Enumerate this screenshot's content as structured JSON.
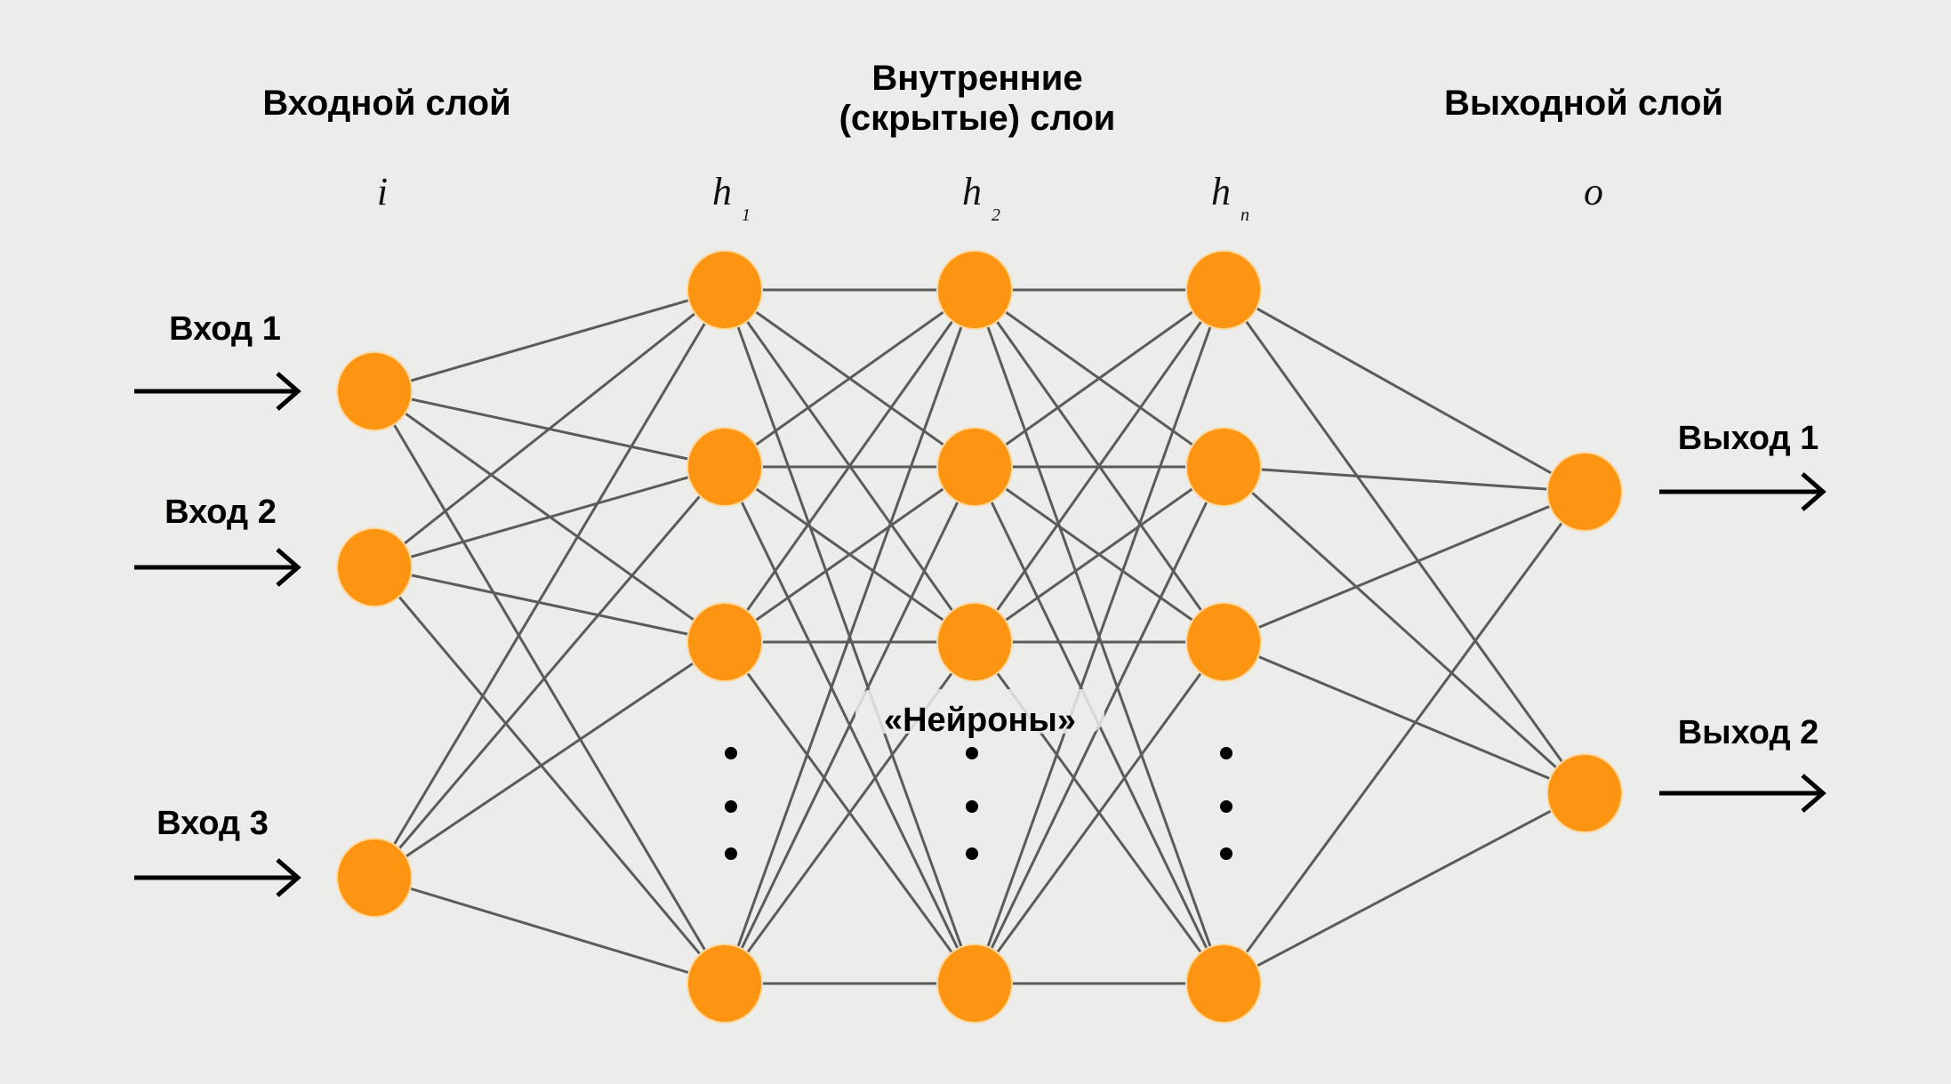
{
  "titles": {
    "input_layer": "Входной слой",
    "hidden_layers_line1": "Внутренние",
    "hidden_layers_line2": "(скрытые) слои",
    "output_layer": "Выходной слой"
  },
  "symbols": {
    "input": "i",
    "hidden_1": {
      "base": "h",
      "sub": "1"
    },
    "hidden_2": {
      "base": "h",
      "sub": "2"
    },
    "hidden_n": {
      "base": "h",
      "sub": "n"
    },
    "output": "o"
  },
  "inputs": [
    "Вход 1",
    "Вход 2",
    "Вход 3"
  ],
  "outputs": [
    "Выход 1",
    "Выход 2"
  ],
  "neurons_label": "«Нейроны»",
  "network": {
    "input_nodes": 3,
    "hidden_layers": 3,
    "hidden_nodes_shown_per_layer": 4,
    "hidden_layers_have_ellipsis": true,
    "output_nodes": 2,
    "fully_connected": true
  },
  "colors": {
    "node": "#fd9412",
    "edge": "#5b5b5b",
    "background": "#ececeb",
    "text": "#000000"
  }
}
